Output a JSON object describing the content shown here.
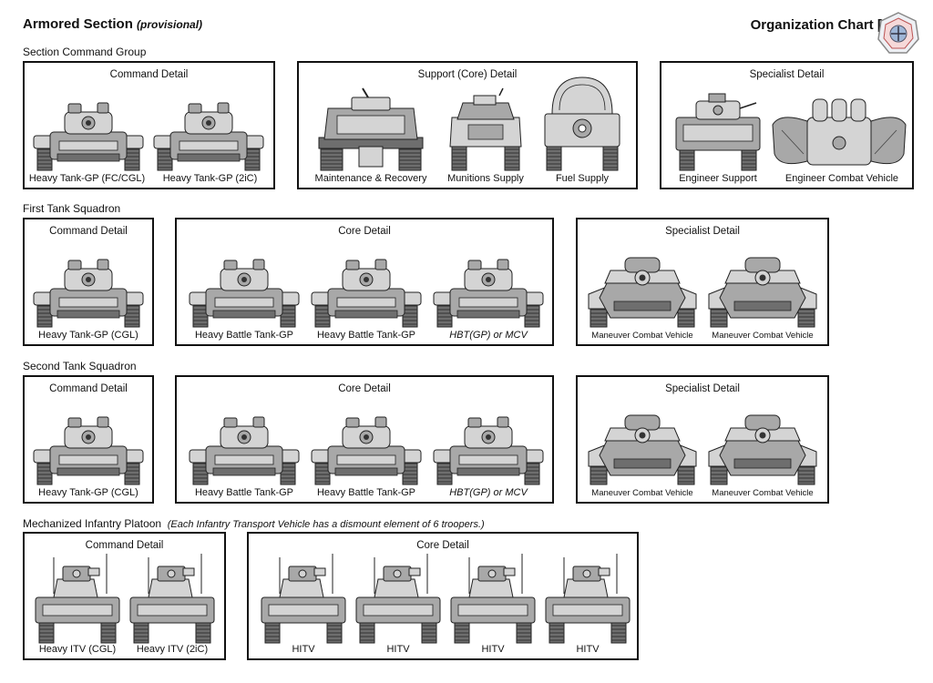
{
  "header": {
    "title": "Armored Section",
    "title_note": "(provisional)",
    "chart_label": "Organization Chart [v1.0]"
  },
  "groups": [
    {
      "label": "Section Command Group",
      "boxes": [
        {
          "title": "Command Detail",
          "vehicles": [
            "Heavy Tank-GP (FC/CGL)",
            "Heavy Tank-GP (2iC)"
          ]
        },
        {
          "title": "Support (Core) Detail",
          "vehicles": [
            "Maintenance & Recovery",
            "Munitions Supply",
            "Fuel Supply"
          ]
        },
        {
          "title": "Specialist Detail",
          "vehicles": [
            "Engineer Support",
            "Engineer Combat Vehicle"
          ]
        }
      ]
    },
    {
      "label": "First Tank Squadron",
      "boxes": [
        {
          "title": "Command Detail",
          "vehicles": [
            "Heavy Tank-GP (CGL)"
          ]
        },
        {
          "title": "Core Detail",
          "vehicles": [
            "Heavy Battle Tank-GP",
            "Heavy Battle Tank-GP",
            "HBT(GP)  or  MCV"
          ]
        },
        {
          "title": "Specialist Detail",
          "vehicles": [
            "Maneuver Combat Vehicle",
            "Maneuver Combat Vehicle"
          ]
        }
      ]
    },
    {
      "label": "Second Tank Squadron",
      "boxes": [
        {
          "title": "Command Detail",
          "vehicles": [
            "Heavy Tank-GP (CGL)"
          ]
        },
        {
          "title": "Core Detail",
          "vehicles": [
            "Heavy Battle Tank-GP",
            "Heavy Battle Tank-GP",
            "HBT(GP)  or  MCV"
          ]
        },
        {
          "title": "Specialist Detail",
          "vehicles": [
            "Maneuver Combat Vehicle",
            "Maneuver Combat Vehicle"
          ]
        }
      ]
    },
    {
      "label": "Mechanized Infantry Platoon",
      "note": "(Each Infantry Transport Vehicle has a dismount element of 6 troopers.)",
      "boxes": [
        {
          "title": "Command Detail",
          "vehicles": [
            "Heavy ITV (CGL)",
            "Heavy ITV (2iC)"
          ]
        },
        {
          "title": "Core Detail",
          "vehicles": [
            "HITV",
            "HITV",
            "HITV",
            "HITV"
          ]
        }
      ]
    }
  ]
}
